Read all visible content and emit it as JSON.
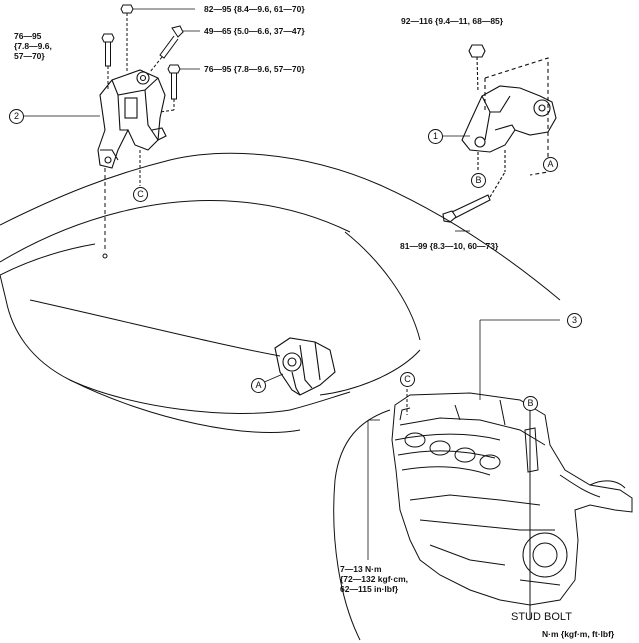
{
  "torque_labels": {
    "top_center": "82—95 {8.4—9.6, 61—70}",
    "left_line1": "76—95",
    "left_line2": "{7.8—9.6,",
    "left_line3": "57—70}",
    "mid_bolt": "49—65 {5.0—6.6, 37—47}",
    "mid_bolt2": "76—95 {7.8—9.6, 57—70}",
    "right_top": "92—116 {9.4—11, 68—85}",
    "right_bottom": "81—99 {8.3—10, 60—73}",
    "stud_line1": "7—13 N·m",
    "stud_line2": "{72—132 kgf·cm,",
    "stud_line3": "62—115 in·lbf}",
    "stud_bolt": "STUD BOLT",
    "units": "N·m {kgf·m, ft·lbf}"
  },
  "callouts": {
    "one": "1",
    "two": "2",
    "three": "3",
    "a": "A",
    "b": "B",
    "c": "C"
  }
}
